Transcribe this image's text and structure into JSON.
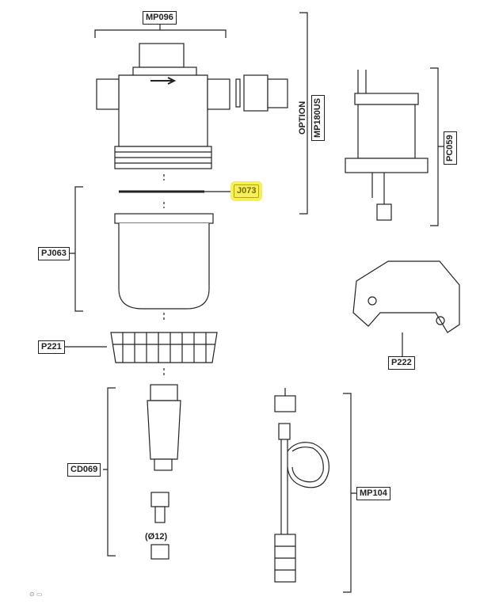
{
  "labels": {
    "mp096": "MP096",
    "j073": "J073",
    "pj063": "PJ063",
    "p221": "P221",
    "cd069": "CD069",
    "diameter": "(Ø12)",
    "option": "OPTION",
    "mp180us": "MP180US",
    "pc059": "PC059",
    "p222": "P222",
    "mp104": "MP104"
  },
  "highlight_color": "#f5ef5a",
  "footer_icons": [
    "settings-icon",
    "page-icon"
  ]
}
